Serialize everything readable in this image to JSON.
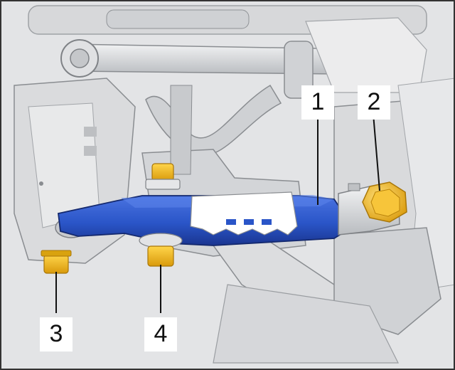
{
  "callouts": [
    {
      "id": "1",
      "label": "1"
    },
    {
      "id": "2",
      "label": "2"
    },
    {
      "id": "3",
      "label": "3"
    },
    {
      "id": "4",
      "label": "4"
    }
  ],
  "colors": {
    "control_arm": "#2a55c8",
    "control_arm_dark": "#1f3f9e",
    "fastener": "#f2b81c",
    "fastener_dark": "#c98f0a",
    "line": "#111111",
    "component_gray": "#d2d4d7",
    "background_gray": "#e6e7e9",
    "frame": "#333333"
  }
}
